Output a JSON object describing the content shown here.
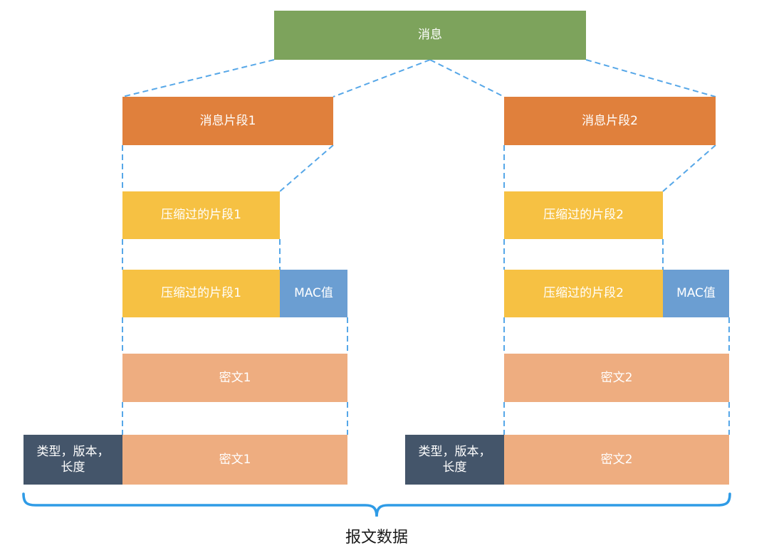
{
  "diagram": {
    "message": "消息",
    "columns": [
      {
        "fragment": "消息片段1",
        "compressed": "压缩过的片段1",
        "mac": "MAC值",
        "ciphertext": "密文1",
        "header": "类型，版本，长度"
      },
      {
        "fragment": "消息片段2",
        "compressed": "压缩过的片段2",
        "mac": "MAC值",
        "ciphertext": "密文2",
        "header": "类型，版本，长度"
      }
    ],
    "caption": "报文数据"
  },
  "colors": {
    "message_green": "#7DA35C",
    "fragment_orange": "#E0803C",
    "compressed_yellow": "#F6C143",
    "mac_blue": "#6B9ED2",
    "ciphertext_salmon": "#EEAD80",
    "header_slate": "#44556A",
    "connector_dash_blue": "#56A7E8",
    "brace_blue": "#2F9BE6",
    "caption_text": "#1A1A1A"
  }
}
